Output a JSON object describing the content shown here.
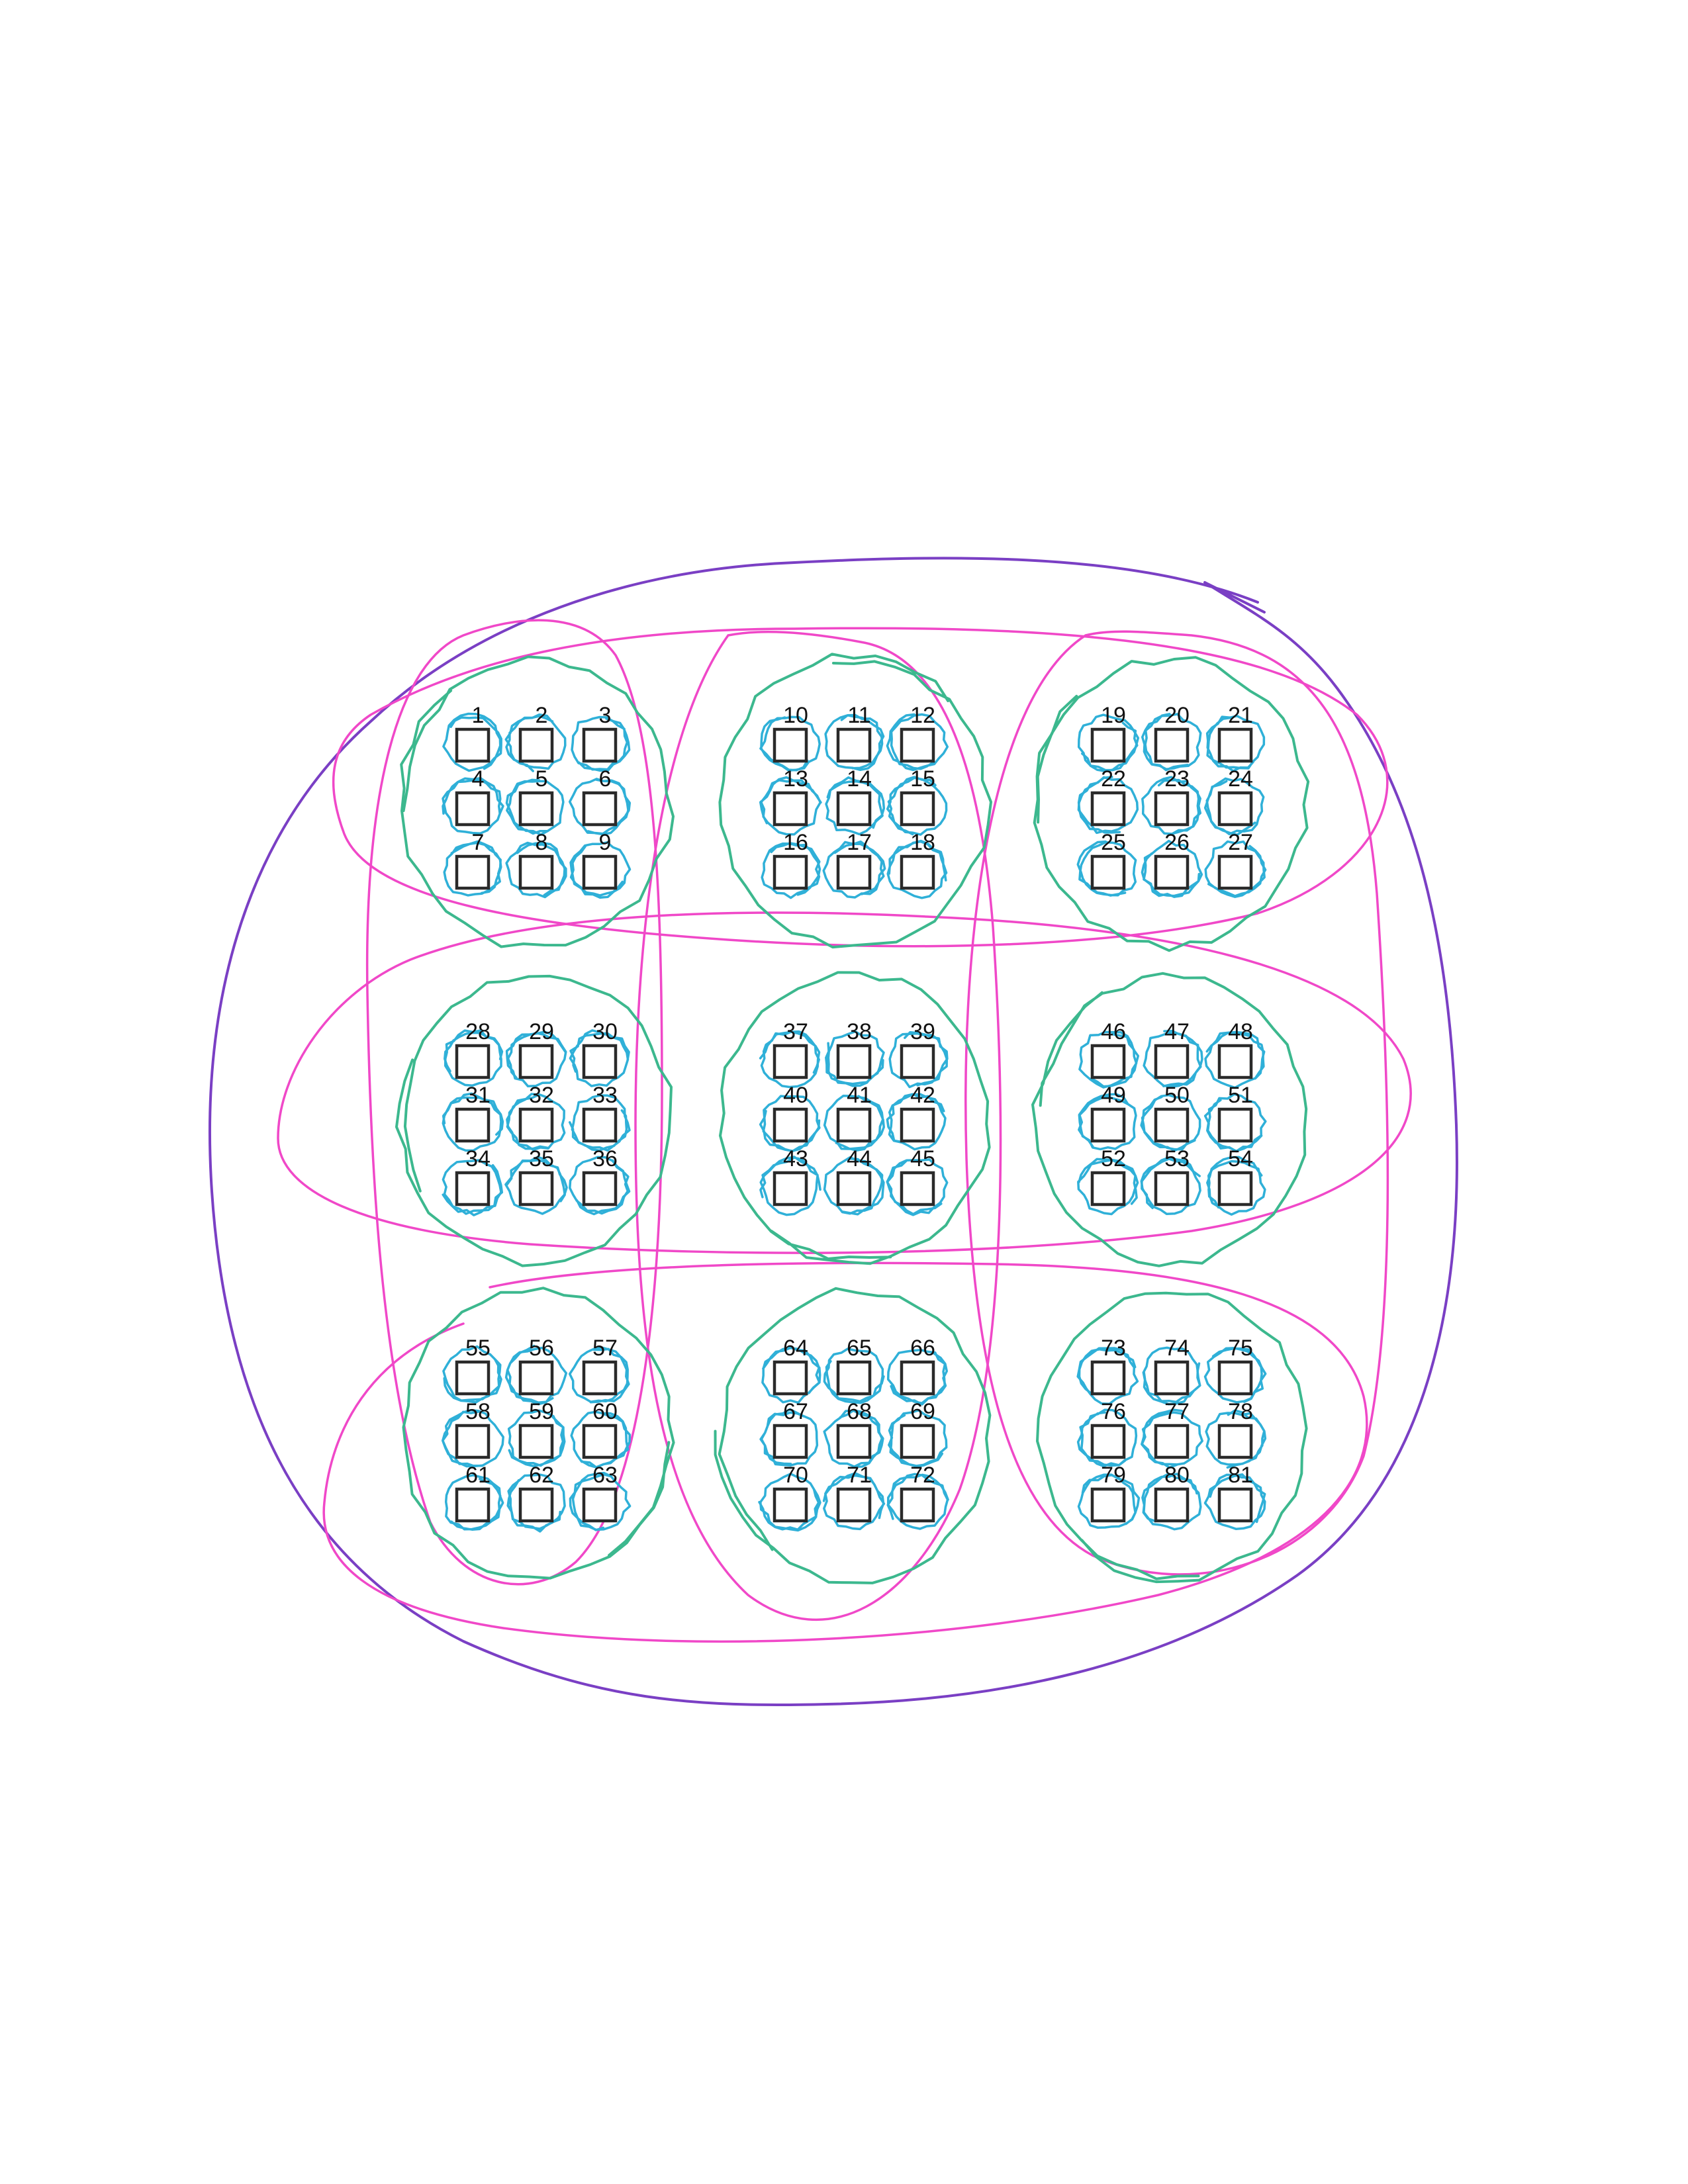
{
  "colors": {
    "cell_loop": "#2fb0d8",
    "block_loop": "#3cb88e",
    "row_col_loop": "#f048c8",
    "outer_loop": "#7a3fc4",
    "box_stroke": "#2a2a2a",
    "label": "#111111"
  },
  "cells": [
    "1",
    "2",
    "3",
    "4",
    "5",
    "6",
    "7",
    "8",
    "9",
    "10",
    "11",
    "12",
    "13",
    "14",
    "15",
    "16",
    "17",
    "18",
    "19",
    "20",
    "21",
    "22",
    "23",
    "24",
    "25",
    "26",
    "27",
    "28",
    "29",
    "30",
    "31",
    "32",
    "33",
    "34",
    "35",
    "36",
    "37",
    "38",
    "39",
    "40",
    "41",
    "42",
    "43",
    "44",
    "45",
    "46",
    "47",
    "48",
    "49",
    "50",
    "51",
    "52",
    "53",
    "54",
    "55",
    "56",
    "57",
    "58",
    "59",
    "60",
    "61",
    "62",
    "63",
    "64",
    "65",
    "66",
    "67",
    "68",
    "69",
    "70",
    "71",
    "72",
    "73",
    "74",
    "75",
    "76",
    "77",
    "78",
    "79",
    "80",
    "81"
  ]
}
